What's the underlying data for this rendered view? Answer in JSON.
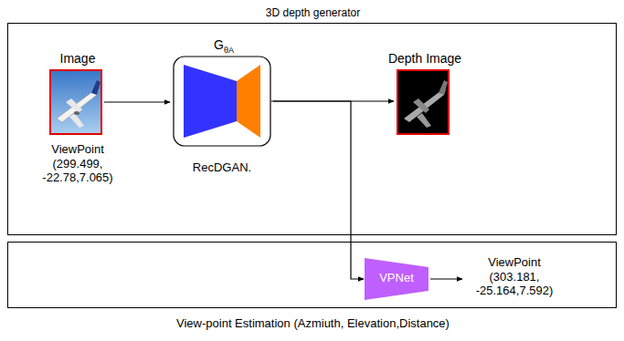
{
  "diagram": {
    "nodes": [
      {
        "text": [
          "3D depth generator"
        ]
      },
      {
        "text": [
          "Image",
          "ViewPoint (299.499, -22.78,7.065)"
        ],
        "in": 0
      },
      {
        "text": [
          "G",
          "θA",
          "RecDGAN."
        ],
        "in": 0
      },
      {
        "text": [
          "Depth Image"
        ],
        "in": 0
      },
      {
        "text": [
          "View-point Estimation (Azmiuth, Elevation,Distance)"
        ]
      },
      {
        "text": [
          "VPNet"
        ],
        "in": 4
      },
      {
        "text": [
          "ViewPoint (303.181, -25.164,7.592)"
        ],
        "in": 4
      }
    ],
    "edges": [
      {
        "from": 1,
        "to": 2,
        "arrow": "to"
      },
      {
        "from": 2,
        "to": 3,
        "arrow": "to"
      },
      {
        "from": 2,
        "to": 5,
        "arrow": "to"
      },
      {
        "from": 5,
        "to": 6,
        "arrow": "to"
      }
    ]
  }
}
